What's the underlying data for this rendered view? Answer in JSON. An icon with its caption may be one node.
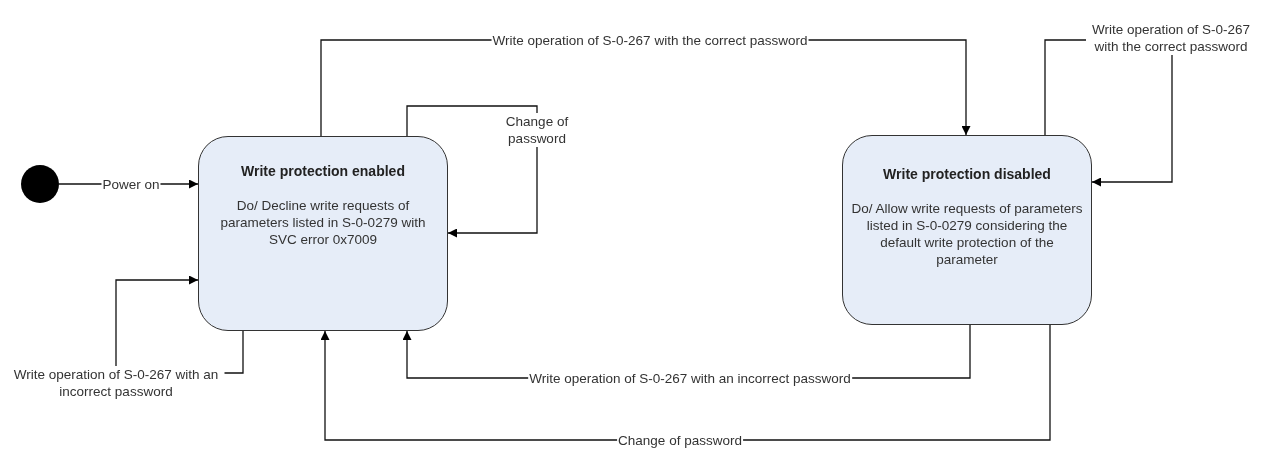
{
  "diagram": {
    "nodes": [
      {
        "text": [],
        "shape": "circle"
      },
      {
        "text": [
          "Write protection enabled",
          "Do/ Decline write requests of parameters listed in S-0-0279 with SVC error 0x7009"
        ]
      },
      {
        "text": [
          "Write protection disabled",
          "Do/ Allow write requests of parameters listed in S-0-0279 considering the default write protection of the parameter"
        ]
      }
    ],
    "edges": [
      {
        "from": 0,
        "to": 1,
        "arrow": "to",
        "label": "Power on"
      },
      {
        "from": 1,
        "to": 2,
        "arrow": "to",
        "label": "Write operation of S-0-267 with the correct password"
      },
      {
        "from": 1,
        "to": 1,
        "arrow": "to",
        "label": "Change of password"
      },
      {
        "from": 2,
        "to": 2,
        "arrow": "to",
        "label": "Write operation of S-0-267 with the correct password"
      },
      {
        "from": 1,
        "to": 1,
        "arrow": "to",
        "label": "Write operation of S-0-267 with an incorrect password"
      },
      {
        "from": 2,
        "to": 1,
        "arrow": "to",
        "label": "Write operation of S-0-267 with an incorrect password"
      },
      {
        "from": 2,
        "to": 1,
        "arrow": "to",
        "label": "Change of password"
      }
    ]
  }
}
